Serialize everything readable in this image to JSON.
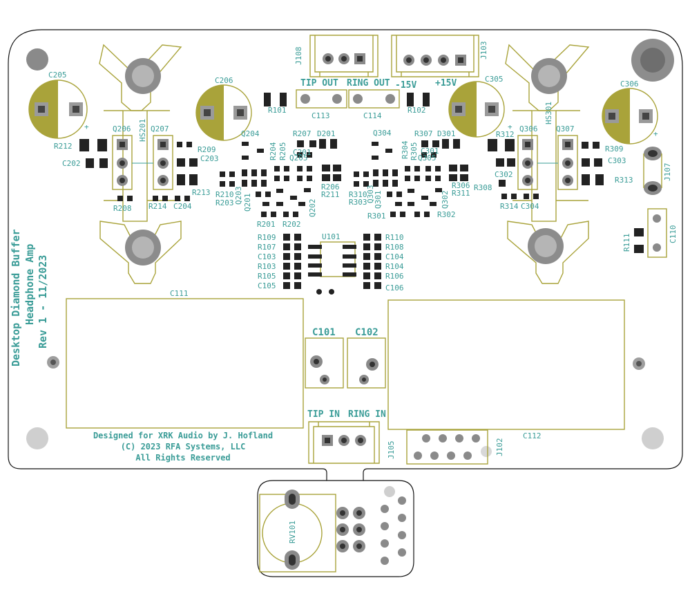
{
  "board": {
    "title_lines": [
      "Desktop Diamond Buffer",
      "Headphone Amp",
      "Rev 1 - 11/2023"
    ],
    "credit_lines": [
      "Designed for XRK Audio by J. Hofland",
      "(C) 2023 RFA Systems, LLC",
      "All Rights Reserved"
    ],
    "labels": {
      "tip_out": "TIP OUT",
      "ring_out": "RING OUT",
      "minus15": "-15V",
      "plus15": "+15V",
      "tip_in": "TIP IN",
      "ring_in": "RING IN"
    },
    "colors": {
      "silkscreen": "#3a9c97",
      "fab_outline": "#a9a33a",
      "edge_cuts": "#111111",
      "pad": "#8a8a8a",
      "smd_pad": "#222222"
    }
  },
  "refs": {
    "J108": "J108",
    "J103": "J103",
    "J107": "J107",
    "J105": "J105",
    "J102": "J102",
    "C205": "C205",
    "C206": "C206",
    "C305": "C305",
    "C306": "C306",
    "R101": "R101",
    "R102": "R102",
    "C113": "C113",
    "C114": "C114",
    "HS201": "HS201",
    "HS301": "HS301",
    "Q206": "Q206",
    "Q207": "Q207",
    "Q306": "Q306",
    "Q307": "Q307",
    "Q204": "Q204",
    "Q205": "Q205",
    "Q304": "Q304",
    "Q305": "Q305",
    "Q201": "Q201",
    "Q202": "Q202",
    "Q203": "Q203",
    "Q301": "Q301",
    "Q302": "Q302",
    "Q303": "Q303",
    "R212": "R212",
    "C202": "C202",
    "R208": "R208",
    "R209": "R209",
    "C203": "C203",
    "R213": "R213",
    "R214": "R214",
    "C204": "C204",
    "R207": "R207",
    "D201": "D201",
    "C201": "C201",
    "R204": "R204",
    "R205": "R205",
    "R206": "R206",
    "R211": "R211",
    "R210": "R210",
    "R203": "R203",
    "R201": "R201",
    "R202": "R202",
    "R307": "R307",
    "D301": "D301",
    "C301": "C301",
    "R304": "R304",
    "R305": "R305",
    "R306": "R306",
    "R308": "R308",
    "R311": "R311",
    "R310": "R310",
    "R303": "R303",
    "R301": "R301",
    "R302": "R302",
    "R312": "R312",
    "C302": "C302",
    "R314": "R314",
    "C304": "C304",
    "R309": "R309",
    "C303": "C303",
    "R313": "R313",
    "U101": "U101",
    "R109": "R109",
    "R107": "R107",
    "C103": "C103",
    "R103": "R103",
    "R105": "R105",
    "C105": "C105",
    "R110": "R110",
    "R108": "R108",
    "C104": "C104",
    "R104": "R104",
    "R106": "R106",
    "C106": "C106",
    "R111": "R111",
    "C110": "C110",
    "C111": "C111",
    "C112": "C112",
    "C101": "C101",
    "C102": "C102",
    "RV101": "RV101"
  }
}
